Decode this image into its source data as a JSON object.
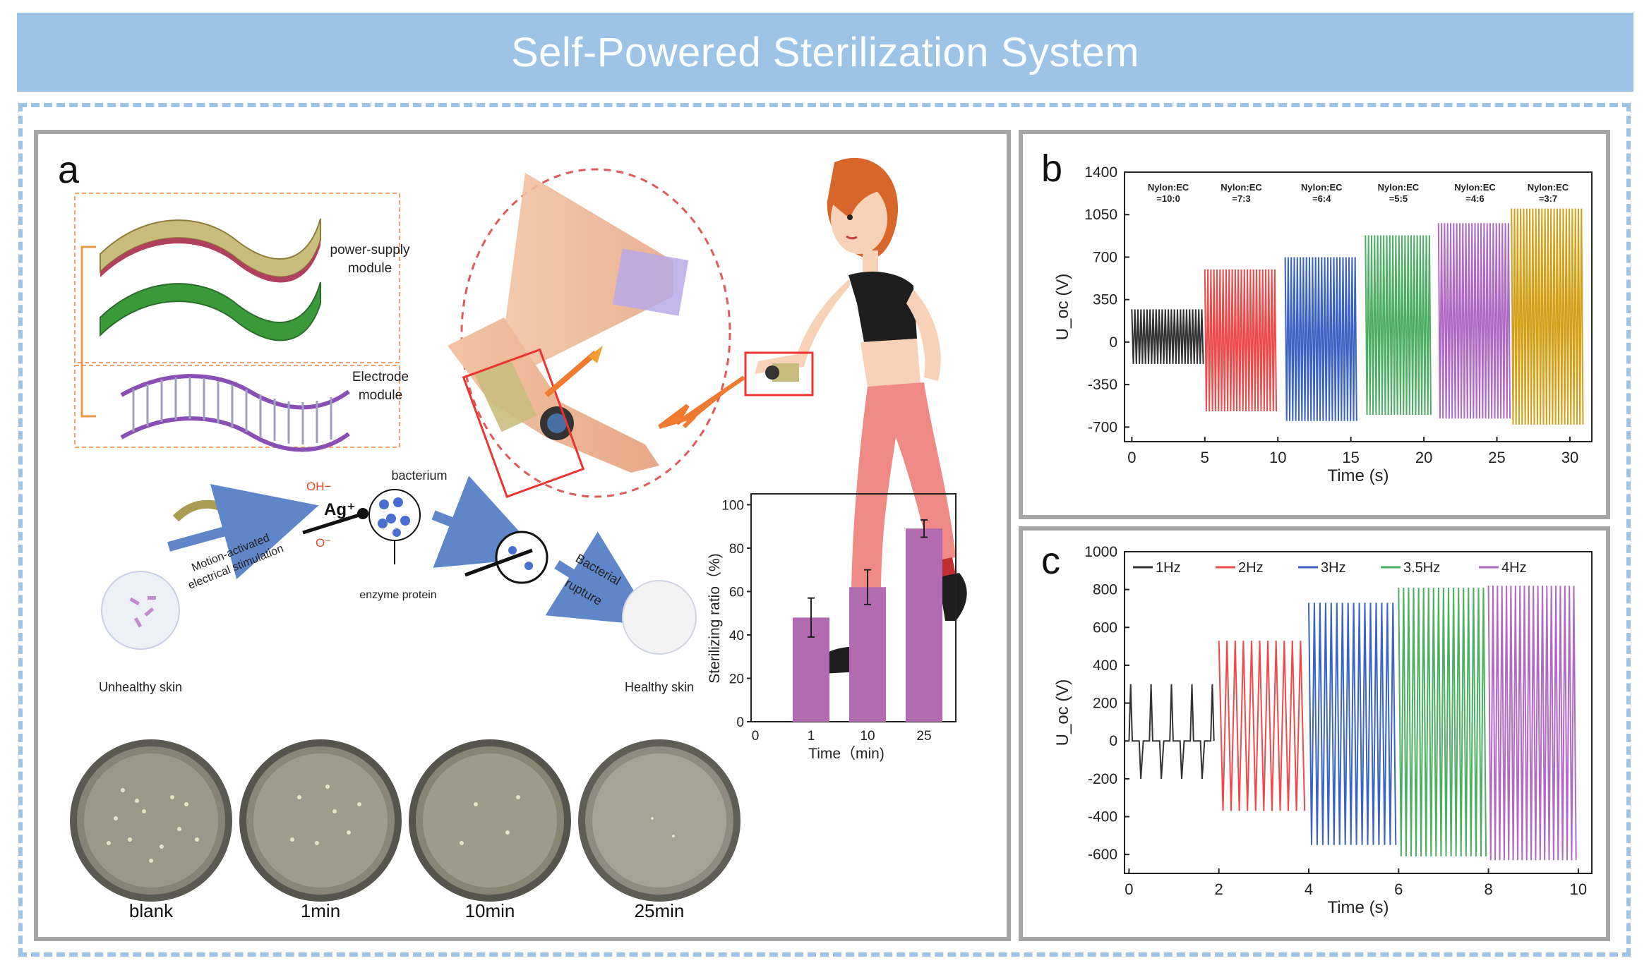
{
  "page": {
    "title": "Self-Powered Sterilization System"
  },
  "panel_a": {
    "letter": "a",
    "labels": {
      "power_supply": [
        "power-supply",
        "module"
      ],
      "electrode": [
        "Electrode",
        "module"
      ],
      "oh": "OH−",
      "ag": "Ag⁺",
      "o": "O⁻",
      "bacterium": "bacterium",
      "enzyme_protein": "enzyme  protein",
      "motion_activated": [
        "Motion-activated",
        "electrical stimulation"
      ],
      "bacterial_rupture": [
        "Bacterial",
        "rupture"
      ],
      "unhealthy_skin": "Unhealthy skin",
      "healthy_skin": "Healthy skin"
    },
    "dishes": [
      "blank",
      "1min",
      "10min",
      "25min"
    ]
  },
  "panel_b": {
    "letter": "b",
    "annotations": [
      [
        "Nylon:EC",
        "=10:0"
      ],
      [
        "Nylon:EC",
        "=7:3"
      ],
      [
        "Nylon:EC",
        "=6:4"
      ],
      [
        "Nylon:EC",
        "=5:5"
      ],
      [
        "Nylon:EC",
        "=4:6"
      ],
      [
        "Nylon:EC",
        "=3:7"
      ]
    ]
  },
  "panel_c": {
    "letter": "c"
  },
  "chart_data": [
    {
      "type": "bar",
      "id": "sterilizing-ratio",
      "categories": [
        "1",
        "10",
        "25"
      ],
      "values": [
        48,
        62,
        89
      ],
      "errors": [
        9,
        8,
        4
      ],
      "xlabel": "Time（min)",
      "ylabel": "Sterilizing ratio（%)",
      "xticks": [
        "0",
        "1",
        "10",
        "25"
      ],
      "yticks": [
        "0",
        "20",
        "40",
        "60",
        "80",
        "100"
      ],
      "ylim": [
        0,
        105
      ],
      "bar_color": "#b26ab0"
    },
    {
      "type": "line",
      "id": "voltage-vs-ratio",
      "xlabel": "Time (s)",
      "ylabel": "U_oc (V)",
      "xlim": [
        -0.5,
        31.5
      ],
      "ylim": [
        -820,
        1400
      ],
      "xticks": [
        0,
        5,
        10,
        15,
        20,
        25,
        30
      ],
      "yticks": [
        -700,
        -350,
        0,
        350,
        700,
        1050,
        1400
      ],
      "series": [
        {
          "label": "Nylon:EC =10:0",
          "x_range": [
            0,
            5
          ],
          "max": 270,
          "min": -180,
          "color": "#333333"
        },
        {
          "label": "Nylon:EC =7:3",
          "x_range": [
            5,
            10
          ],
          "max": 600,
          "min": -570,
          "color": "#ef4a4a"
        },
        {
          "label": "Nylon:EC =6:4",
          "x_range": [
            10.5,
            15.5
          ],
          "max": 700,
          "min": -650,
          "color": "#3b63c4"
        },
        {
          "label": "Nylon:EC =5:5",
          "x_range": [
            16,
            20.5
          ],
          "max": 880,
          "min": -600,
          "color": "#4caf63"
        },
        {
          "label": "Nylon:EC =4:6",
          "x_range": [
            21,
            26
          ],
          "max": 980,
          "min": -630,
          "color": "#b06ac4"
        },
        {
          "label": "Nylon:EC =3:7",
          "x_range": [
            26,
            31
          ],
          "max": 1100,
          "min": -680,
          "color": "#d4a017"
        }
      ]
    },
    {
      "type": "line",
      "id": "voltage-vs-frequency",
      "xlabel": "Time (s)",
      "ylabel": "U_oc (V)",
      "xlim": [
        -0.1,
        10.3
      ],
      "ylim": [
        -700,
        1000
      ],
      "xticks": [
        0,
        2,
        4,
        6,
        8,
        10
      ],
      "yticks": [
        -600,
        -400,
        -200,
        0,
        200,
        400,
        600,
        800,
        1000
      ],
      "series": [
        {
          "name": "1Hz",
          "x_range": [
            0,
            2
          ],
          "max": 300,
          "min": -200,
          "color": "#333333"
        },
        {
          "name": "2Hz",
          "x_range": [
            2,
            4
          ],
          "max": 530,
          "min": -370,
          "color": "#ef4a4a"
        },
        {
          "name": "3Hz",
          "x_range": [
            4,
            6
          ],
          "max": 730,
          "min": -550,
          "color": "#3b63c4"
        },
        {
          "name": "3.5Hz",
          "x_range": [
            6,
            8
          ],
          "max": 810,
          "min": -610,
          "color": "#4caf63"
        },
        {
          "name": "4Hz",
          "x_range": [
            8,
            10
          ],
          "max": 820,
          "min": -630,
          "color": "#b06ac4"
        }
      ]
    }
  ]
}
